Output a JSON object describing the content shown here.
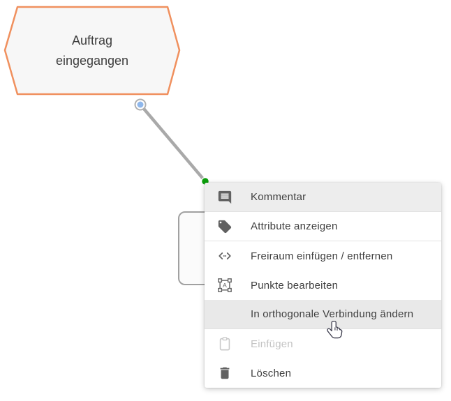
{
  "canvas": {
    "background_color": "#ffffff",
    "event_shape": {
      "type": "event-hexagon",
      "lines": [
        "Auftrag",
        "eingegangen"
      ],
      "border_color": "#f0905e",
      "fill_color": "#f7f7f7",
      "text_color": "#3d3d3d"
    },
    "connection": {
      "line_color": "#a9a9a9",
      "start_handle_color": "#8fb7eb",
      "end_handle_color": "#0b9e0b"
    },
    "partial_shape": {
      "border_color": "#a1a1a1",
      "fill_color": "#fbfbfb"
    }
  },
  "context_menu": {
    "background_color": "#ffffff",
    "highlight_color": "#e9e9e9",
    "text_color": "#3f3f3f",
    "disabled_text_color": "#c3c3c3",
    "items": [
      {
        "label": "Kommentar",
        "icon": "comment-icon",
        "state": "shaded"
      },
      {
        "label": "Attribute anzeigen",
        "icon": "tag-icon",
        "state": "normal"
      },
      {
        "label": "Freiraum einfügen / entfernen",
        "icon": "insert-space-icon",
        "state": "normal"
      },
      {
        "label": "Punkte bearbeiten",
        "icon": "edit-points-icon",
        "state": "normal"
      },
      {
        "label": "In orthogonale Verbindung ändern",
        "icon": null,
        "state": "highlighted"
      },
      {
        "label": "Einfügen",
        "icon": "paste-icon",
        "state": "disabled"
      },
      {
        "label": "Löschen",
        "icon": "delete-icon",
        "state": "normal"
      }
    ]
  },
  "cursor": {
    "type": "hand-pointer"
  }
}
